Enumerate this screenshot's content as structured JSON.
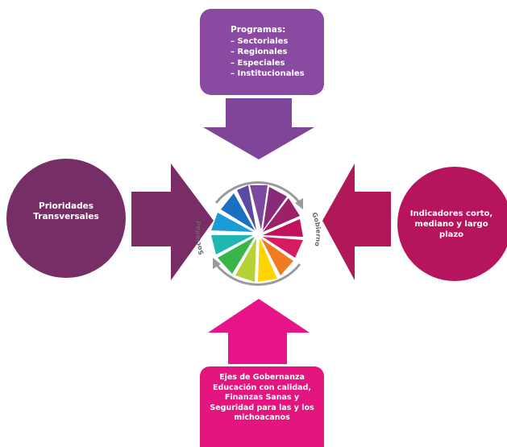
{
  "programs": {
    "title": "Programas:",
    "items": [
      "Sectoriales",
      "Regionales",
      "Especiales",
      "Institucionales"
    ]
  },
  "left_circle": {
    "label": "Prioridades Transversales"
  },
  "right_circle": {
    "label": "Indicadores corto, mediano y largo plazo"
  },
  "bottom_box": {
    "label": "Ejes de Gobernanza Educación con calidad, Finanzas Sanas y Seguridad para las y los michoacanos"
  },
  "center": {
    "left_label": "Sociedad",
    "right_label": "Gobierno"
  },
  "colors": {
    "top_box": "#8b4aa2",
    "top_arrow": "#7e4598",
    "left_circle": "#772d65",
    "left_arrow": "#792c65",
    "right_circle": "#b6155d",
    "right_arrow": "#b0185a",
    "bottom_box": "#e4157f",
    "bottom_arrow": "#e8148a"
  }
}
